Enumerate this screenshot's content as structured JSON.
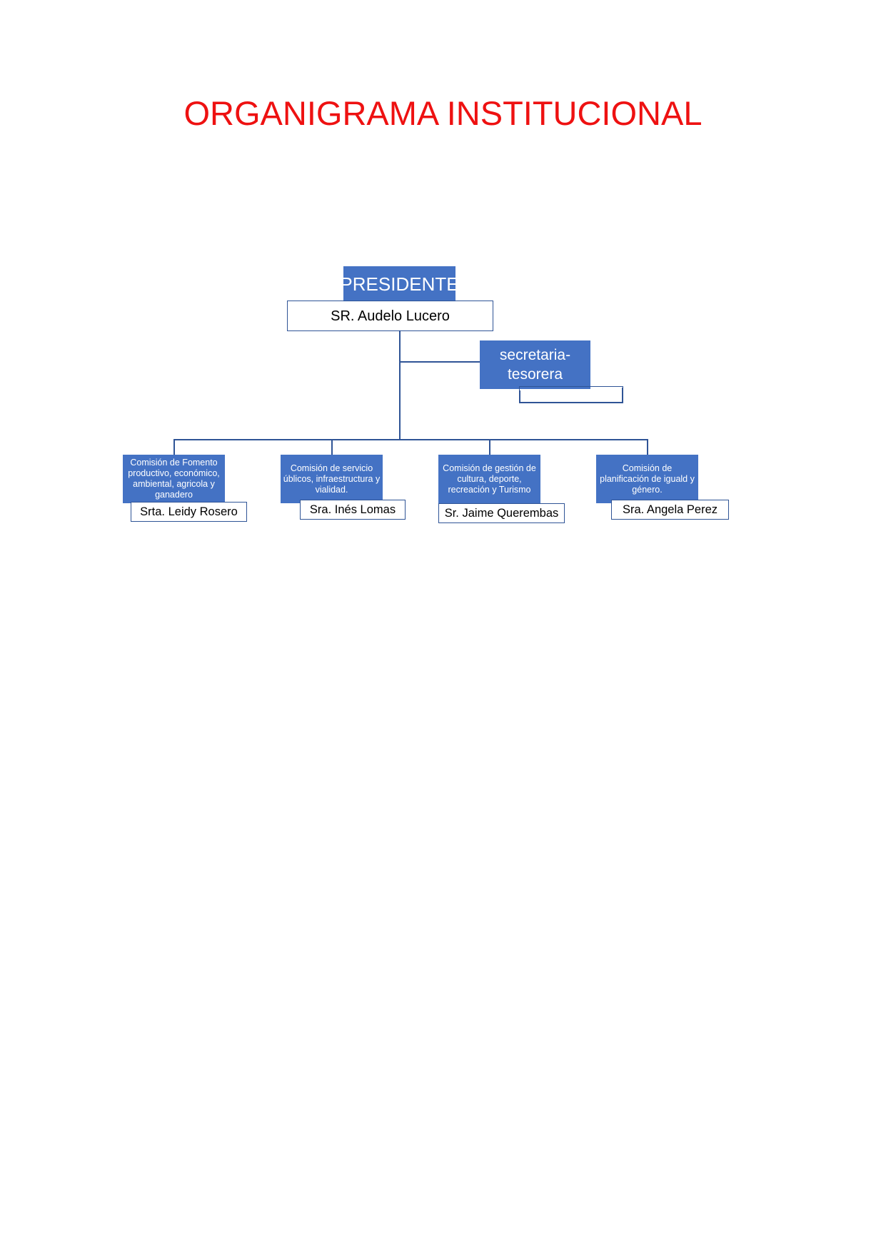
{
  "document": {
    "title": "ORGANIGRAMA INSTITUCIONAL",
    "title_color": "#EE1111",
    "background": "#ffffff"
  },
  "theme": {
    "box_fill": "#4472C4",
    "line_color": "#2F5496",
    "box_text_color": "#FFFFFF",
    "name_text_color": "#000000",
    "name_border": "#2F5496"
  },
  "chart_data": {
    "type": "org-chart",
    "title": "ORGANIGRAMA INSTITUCIONAL",
    "nodes": [
      {
        "id": "presidente",
        "role": "PRESIDENTE",
        "person": "SR. Audelo Lucero",
        "level": 0,
        "parent": null
      },
      {
        "id": "secretaria",
        "role": "secretaria-tesorera",
        "role_line_1": "secretaria-",
        "role_line_2": "tesorera",
        "person": "",
        "level": 1,
        "parent": "presidente"
      },
      {
        "id": "comision-fomento",
        "role": "Comisión de Fomento productivo, económico, ambiental, agricola y ganadero",
        "person": "Srta. Leidy Rosero",
        "level": 2,
        "parent": "presidente"
      },
      {
        "id": "comision-servicios",
        "role": "Comisión de servicio úblicos, infraestructura y vialidad.",
        "person": "Sra. Inés Lomas",
        "level": 2,
        "parent": "presidente"
      },
      {
        "id": "comision-cultura",
        "role": "Comisión de gestión de cultura, deporte, recreación y Turismo",
        "person": "Sr. Jaime Querembas",
        "level": 2,
        "parent": "presidente"
      },
      {
        "id": "comision-planificacion",
        "role": "Comisión de planificación de iguald y género.",
        "person": "Sra. Angela Perez",
        "level": 2,
        "parent": "presidente"
      }
    ]
  },
  "nodes": {
    "presidente": {
      "role": "PRESIDENTE",
      "person": "SR. Audelo Lucero"
    },
    "secretaria": {
      "role_line_1": "secretaria-",
      "role_line_2": "tesorera",
      "person": ""
    },
    "comision_fomento": {
      "role": "Comisión de Fomento productivo, económico, ambiental, agricola y ganadero",
      "person": "Srta. Leidy Rosero"
    },
    "comision_servicios": {
      "role": "Comisión de servicio úblicos, infraestructura y vialidad.",
      "person": "Sra. Inés Lomas"
    },
    "comision_cultura": {
      "role": "Comisión de gestión de cultura, deporte, recreación y Turismo",
      "person": "Sr. Jaime Querembas"
    },
    "comision_planificacion": {
      "role": "Comisión de planificación de iguald y género.",
      "person": "Sra. Angela Perez"
    }
  }
}
